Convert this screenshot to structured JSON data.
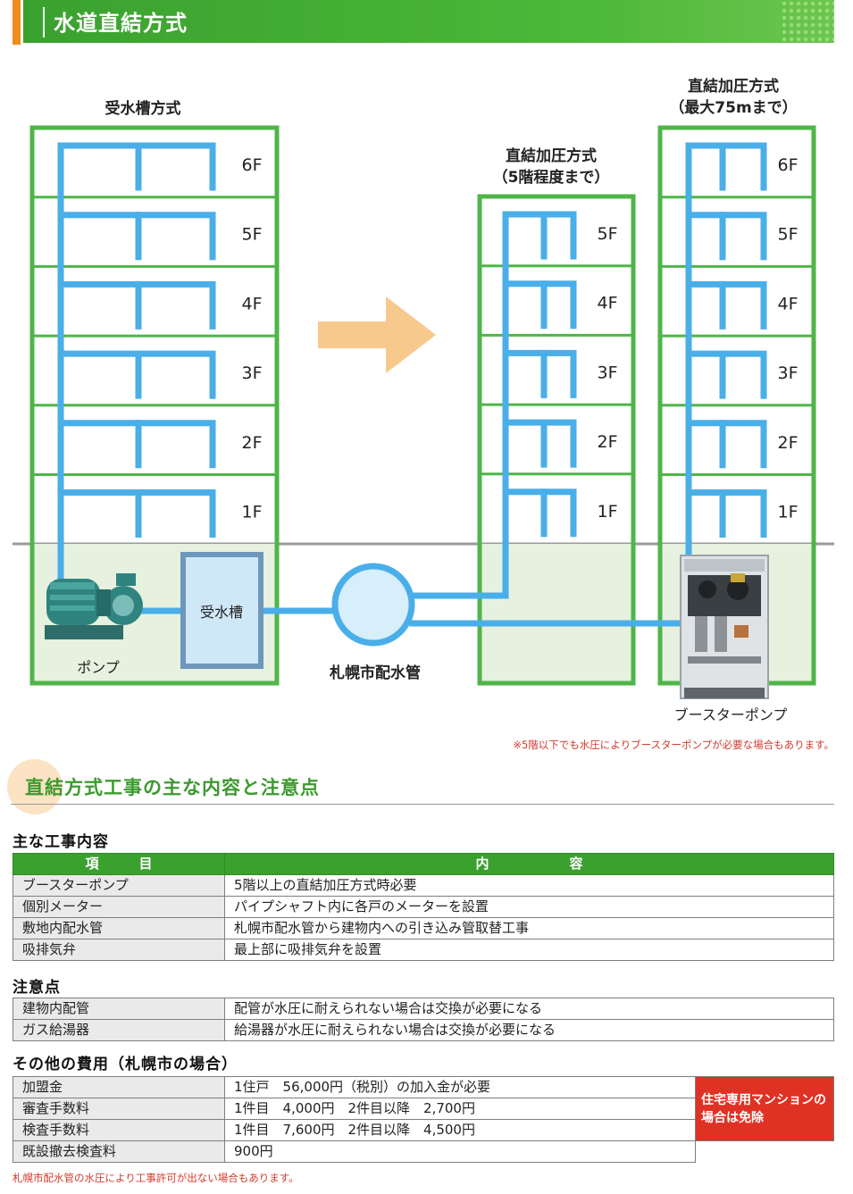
{
  "header": {
    "title": "水道直結方式"
  },
  "diagram": {
    "building_a": {
      "title": "受水槽方式",
      "floors": [
        "6F",
        "5F",
        "4F",
        "3F",
        "2F",
        "1F"
      ],
      "pump_label": "ポンプ",
      "tank_label": "受水槽"
    },
    "building_b": {
      "title_line1": "直結加圧方式",
      "title_line2": "（5階程度まで）",
      "floors": [
        "5F",
        "4F",
        "3F",
        "2F",
        "1F"
      ]
    },
    "building_c": {
      "title_line1": "直結加圧方式",
      "title_line2": "（最大75mまで）",
      "floors": [
        "6F",
        "5F",
        "4F",
        "3F",
        "2F",
        "1F"
      ],
      "booster_label": "ブースターポンプ"
    },
    "main_pipe_label": "札幌市配水管",
    "note": "※5階以下でも水圧によりブースターポンプが必要な場合もあります。",
    "colors": {
      "building_green": "#4fb548",
      "pipe_blue": "#4aaee8",
      "ground_fill": "#e6f1df",
      "arrow_orange": "#f8c98d",
      "tank_border": "#6d97bb",
      "tank_fill": "#cfe8f8",
      "main_pipe_fill": "#d7eefb"
    }
  },
  "section": {
    "title": "直結方式工事の主な内容と注意点"
  },
  "works": {
    "heading": "主な工事内容",
    "col_item": "項　　　目",
    "col_content": "内　　　　　　容",
    "rows": [
      {
        "item": "ブースターポンプ",
        "content": "5階以上の直結加圧方式時必要"
      },
      {
        "item": "個別メーター",
        "content": "パイプシャフト内に各戸のメーターを設置"
      },
      {
        "item": "敷地内配水管",
        "content": "札幌市配水管から建物内への引き込み管取替工事"
      },
      {
        "item": "吸排気弁",
        "content": "最上部に吸排気弁を設置"
      }
    ]
  },
  "cautions": {
    "heading": "注意点",
    "rows": [
      {
        "item": "建物内配管",
        "content": "配管が水圧に耐えられない場合は交換が必要になる"
      },
      {
        "item": "ガス給湯器",
        "content": "給湯器が水圧に耐えられない場合は交換が必要になる"
      }
    ]
  },
  "costs": {
    "heading": "その他の費用（札幌市の場合）",
    "rows": [
      {
        "item": "加盟金",
        "content": "1住戸　56,000円（税別）の加入金が必要"
      },
      {
        "item": "審査手数料",
        "content": "1件目　4,000円　2件目以降　2,700円"
      },
      {
        "item": "検査手数料",
        "content": "1件目　7,600円　2件目以降　4,500円"
      },
      {
        "item": "既設撤去検査料",
        "content": "900円"
      }
    ],
    "exempt_note": "住宅専用マンションの場合は免除"
  },
  "footer_note": "札幌市配水管の水圧により工事許可が出ない場合もあります。"
}
